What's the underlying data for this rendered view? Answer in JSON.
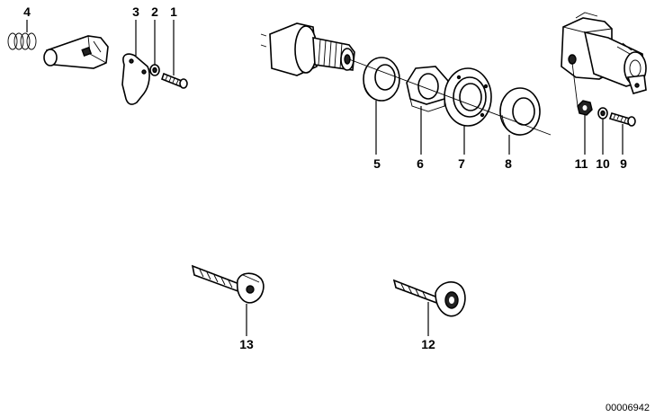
{
  "diagram": {
    "callouts": [
      {
        "id": "callout-1",
        "text": "1"
      },
      {
        "id": "callout-2",
        "text": "2"
      },
      {
        "id": "callout-3",
        "text": "3"
      },
      {
        "id": "callout-4",
        "text": "4"
      },
      {
        "id": "callout-5",
        "text": "5"
      },
      {
        "id": "callout-6",
        "text": "6"
      },
      {
        "id": "callout-7",
        "text": "7"
      },
      {
        "id": "callout-8",
        "text": "8"
      },
      {
        "id": "callout-9",
        "text": "9"
      },
      {
        "id": "callout-10",
        "text": "10"
      },
      {
        "id": "callout-11",
        "text": "11"
      },
      {
        "id": "callout-12",
        "text": "12"
      },
      {
        "id": "callout-13",
        "text": "13"
      }
    ],
    "reference_number": "00006942"
  }
}
